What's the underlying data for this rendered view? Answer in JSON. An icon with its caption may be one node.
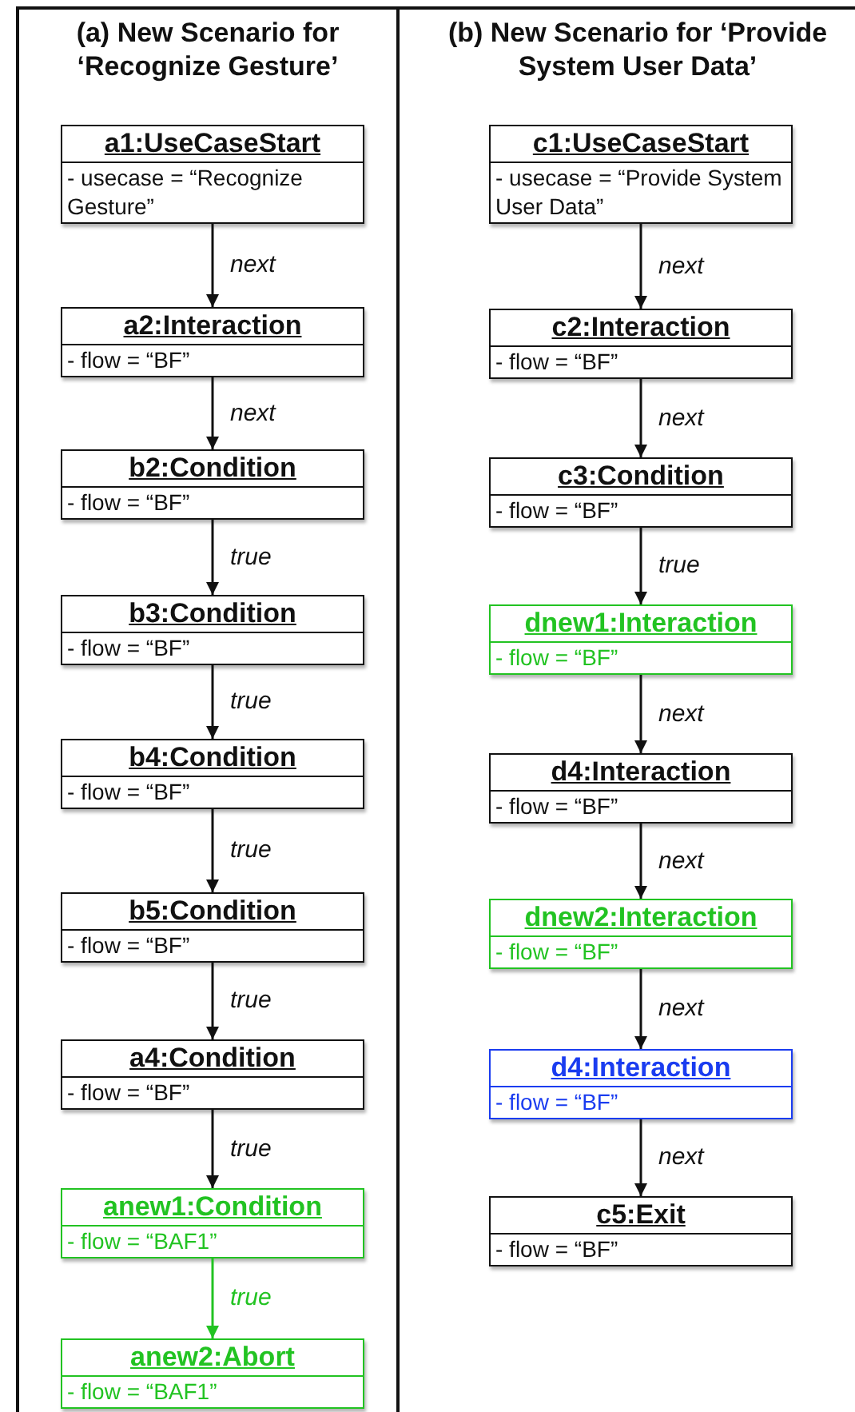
{
  "diagram": {
    "nodes": [
      {
        "text": [
          "(a) New Scenario for ‘Recognize Gesture’"
        ]
      },
      {
        "text": [
          "a1:UseCaseStart",
          "- usecase = “Recognize Gesture”"
        ],
        "in": 0
      },
      {
        "text": [
          "a2:Interaction",
          "- flow = “BF”"
        ],
        "in": 0
      },
      {
        "text": [
          "b2:Condition",
          "- flow = “BF”"
        ],
        "in": 0
      },
      {
        "text": [
          "b3:Condition",
          "- flow = “BF”"
        ],
        "in": 0
      },
      {
        "text": [
          "b4:Condition",
          "- flow = “BF”"
        ],
        "in": 0
      },
      {
        "text": [
          "b5:Condition",
          "- flow = “BF”"
        ],
        "in": 0
      },
      {
        "text": [
          "a4:Condition",
          "- flow = “BF”"
        ],
        "in": 0
      },
      {
        "text": [
          "anew1:Condition",
          "- flow = “BAF1”"
        ],
        "in": 0
      },
      {
        "text": [
          "anew2:Abort",
          "- flow = “BAF1”"
        ],
        "in": 0
      },
      {
        "text": [
          "(b) New Scenario for ‘Provide System User Data’"
        ]
      },
      {
        "text": [
          "c1:UseCaseStart",
          "- usecase = “Provide System User Data”"
        ],
        "in": 10
      },
      {
        "text": [
          "c2:Interaction",
          "- flow = “BF”"
        ],
        "in": 10
      },
      {
        "text": [
          "c3:Condition",
          "- flow = “BF”"
        ],
        "in": 10
      },
      {
        "text": [
          "dnew1:Interaction",
          "- flow = “BF”"
        ],
        "in": 10
      },
      {
        "text": [
          "d4:Interaction",
          "- flow = “BF”"
        ],
        "in": 10
      },
      {
        "text": [
          "dnew2:Interaction",
          "- flow = “BF”"
        ],
        "in": 10
      },
      {
        "text": [
          "d4:Interaction",
          "- flow = “BF”"
        ],
        "in": 10
      },
      {
        "text": [
          "c5:Exit",
          "- flow = “BF”"
        ],
        "in": 10
      }
    ],
    "edges": [
      {
        "from": 1,
        "to": 2,
        "arrow": "to",
        "label": "next"
      },
      {
        "from": 2,
        "to": 3,
        "arrow": "to",
        "label": "next"
      },
      {
        "from": 3,
        "to": 4,
        "arrow": "to",
        "label": "true"
      },
      {
        "from": 4,
        "to": 5,
        "arrow": "to",
        "label": "true"
      },
      {
        "from": 5,
        "to": 6,
        "arrow": "to",
        "label": "true"
      },
      {
        "from": 6,
        "to": 7,
        "arrow": "to",
        "label": "true"
      },
      {
        "from": 7,
        "to": 8,
        "arrow": "to",
        "label": "true"
      },
      {
        "from": 8,
        "to": 9,
        "arrow": "to",
        "label": "true",
        "color": "#22c322"
      },
      {
        "from": 11,
        "to": 12,
        "arrow": "to",
        "label": "next"
      },
      {
        "from": 12,
        "to": 13,
        "arrow": "to",
        "label": "next"
      },
      {
        "from": 13,
        "to": 14,
        "arrow": "to",
        "label": "true"
      },
      {
        "from": 14,
        "to": 15,
        "arrow": "to",
        "label": "next"
      },
      {
        "from": 15,
        "to": 16,
        "arrow": "to",
        "label": "next"
      },
      {
        "from": 16,
        "to": 17,
        "arrow": "to",
        "label": "next"
      },
      {
        "from": 17,
        "to": 18,
        "arrow": "to",
        "label": "next"
      }
    ]
  }
}
